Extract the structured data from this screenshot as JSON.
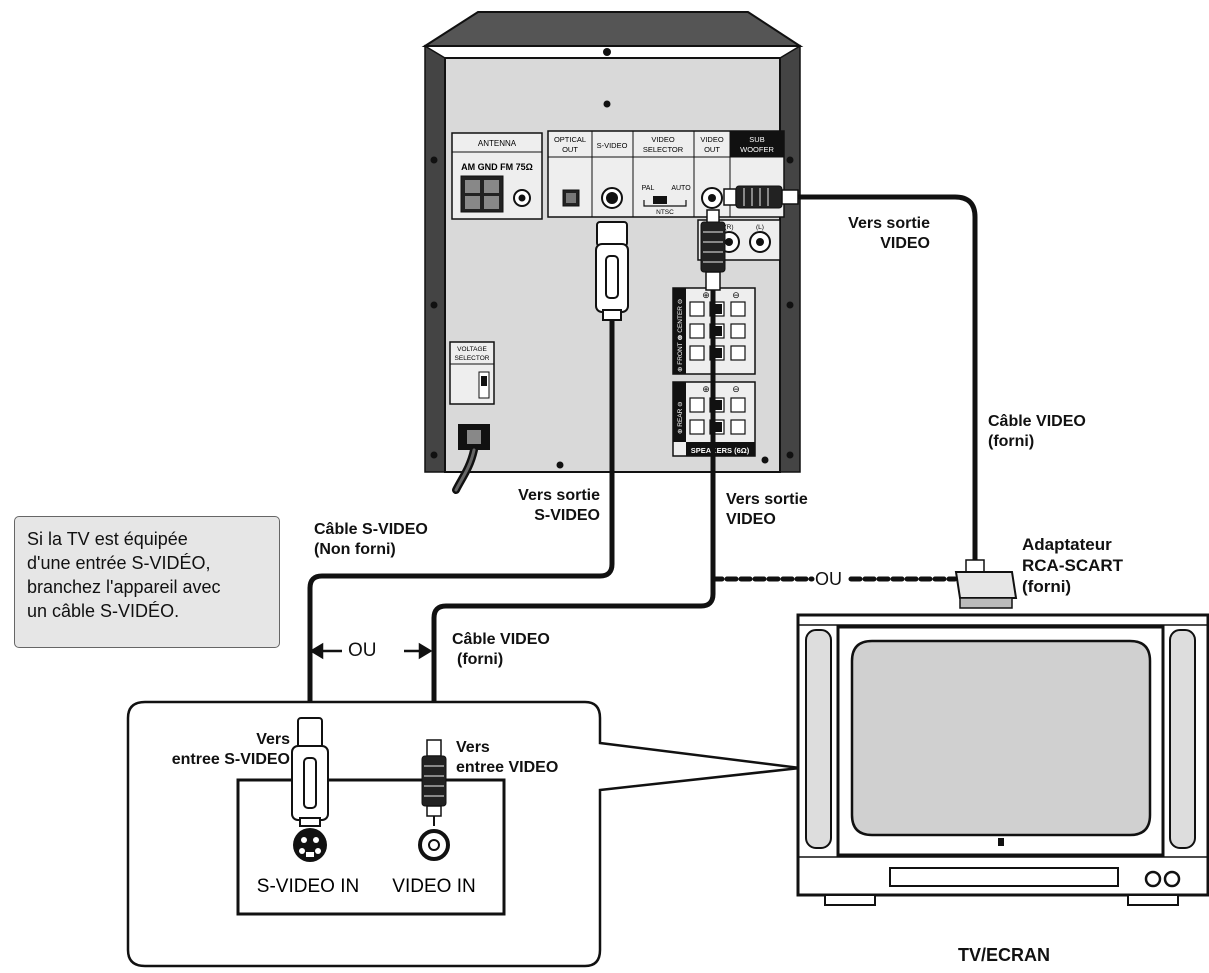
{
  "unit_rear_panel": {
    "antenna": {
      "title": "ANTENNA",
      "terminals": "AM GND FM 75Ω"
    },
    "optical_out": [
      "OPTICAL",
      "OUT"
    ],
    "s_video": "S-VIDEO",
    "video_selector": [
      "VIDEO",
      "SELECTOR"
    ],
    "selector_pal": "PAL",
    "selector_auto": "AUTO",
    "selector_ntsc": "NTSC",
    "video_out": [
      "VIDEO",
      "OUT"
    ],
    "sub_woofer": [
      "SUB",
      "WOOFER"
    ],
    "channel_r": "(R)",
    "channel_l": "(L)",
    "plus_sign": "⊕",
    "minus_sign": "⊖",
    "center": "⊕ CENTER ⊖",
    "front": "⊕ FRONT ⊖",
    "rear": "⊕ REAR ⊖",
    "speakers": "SPEAKERS (6Ω)",
    "voltage_selector": [
      "VOLTAGE",
      "SELECTOR"
    ]
  },
  "labels": {
    "vers_sortie_video_top": [
      "Vers sortie",
      "VIDEO"
    ],
    "cable_video_right": [
      "Câble VIDEO",
      "(forni)"
    ],
    "vers_sortie_svideo": [
      "Vers sortie",
      "S-VIDEO"
    ],
    "vers_sortie_video_mid": [
      "Vers sortie",
      "VIDEO"
    ],
    "cable_svideo": [
      "Câble S-VIDEO",
      "(Non forni)"
    ],
    "adapter": [
      "Adaptateur",
      "RCA-SCART",
      "(forni)"
    ],
    "ou_dashed": "OU",
    "ou_arrows": "OU",
    "cable_video_mid": [
      "Câble VIDEO",
      "(forni)"
    ],
    "vers_entree_svideo": [
      "Vers",
      "entree S-VIDEO"
    ],
    "vers_entree_video": [
      "Vers",
      "entree VIDEO"
    ],
    "s_video_in": "S-VIDEO IN",
    "video_in": "VIDEO IN",
    "tv_ecran": "TV/ECRAN"
  },
  "note": [
    "Si la TV est équipée",
    "d'une entrée S-VIDÉO,",
    "branchez l'appareil avec",
    "un câble S-VIDÉO."
  ]
}
